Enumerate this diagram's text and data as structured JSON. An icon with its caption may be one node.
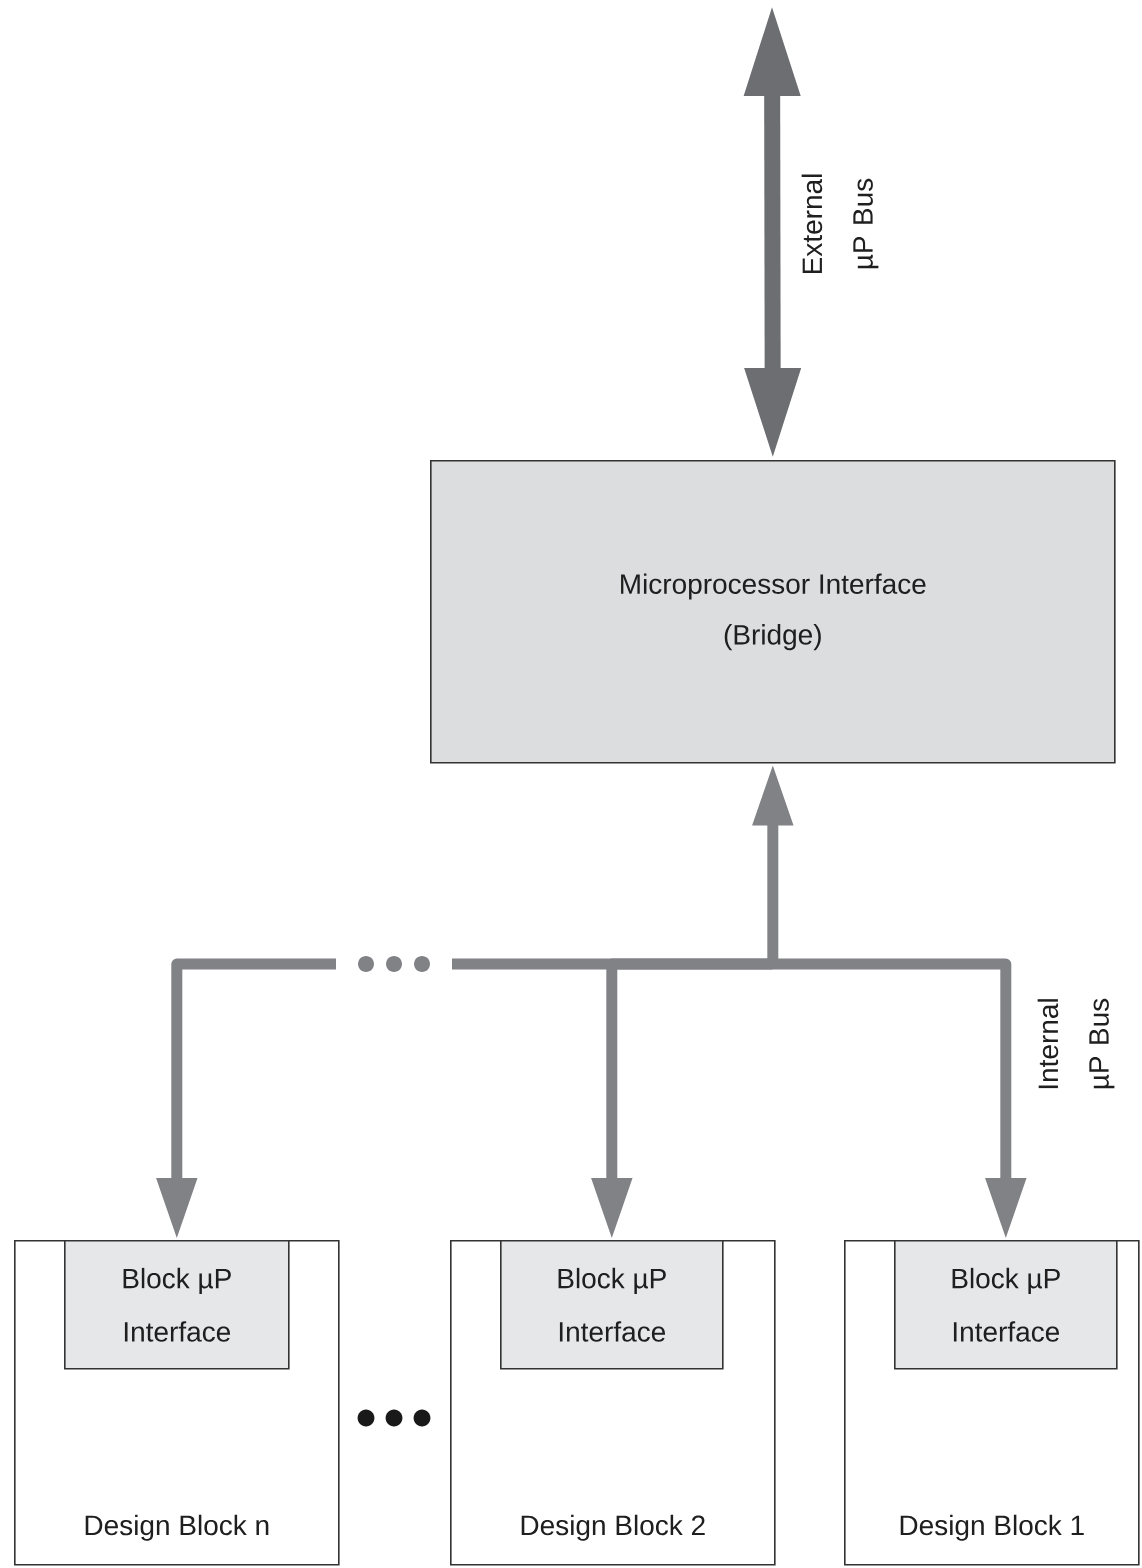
{
  "diagram": {
    "nodes": [
      {
        "text": [
          "Microprocessor Interface (Bridge)"
        ]
      },
      {
        "text": [
          "Design Block n"
        ]
      },
      {
        "text": [
          "Block µP Interface"
        ],
        "in": 1
      },
      {
        "text": [
          "Design Block 2"
        ]
      },
      {
        "text": [
          "Block µP Interface"
        ],
        "in": 3
      },
      {
        "text": [
          "Design Block 1"
        ]
      },
      {
        "text": [
          "Block µP Interface"
        ],
        "in": 5
      }
    ],
    "edges": [
      {
        "from": null,
        "to": 0,
        "arrow": "both",
        "label": "External µP Bus"
      },
      {
        "from": 0,
        "to": 2,
        "arrow": "both"
      },
      {
        "from": 0,
        "to": 4,
        "arrow": "both"
      },
      {
        "from": 0,
        "to": 6,
        "arrow": "both",
        "label": "Internal µP Bus"
      }
    ]
  }
}
